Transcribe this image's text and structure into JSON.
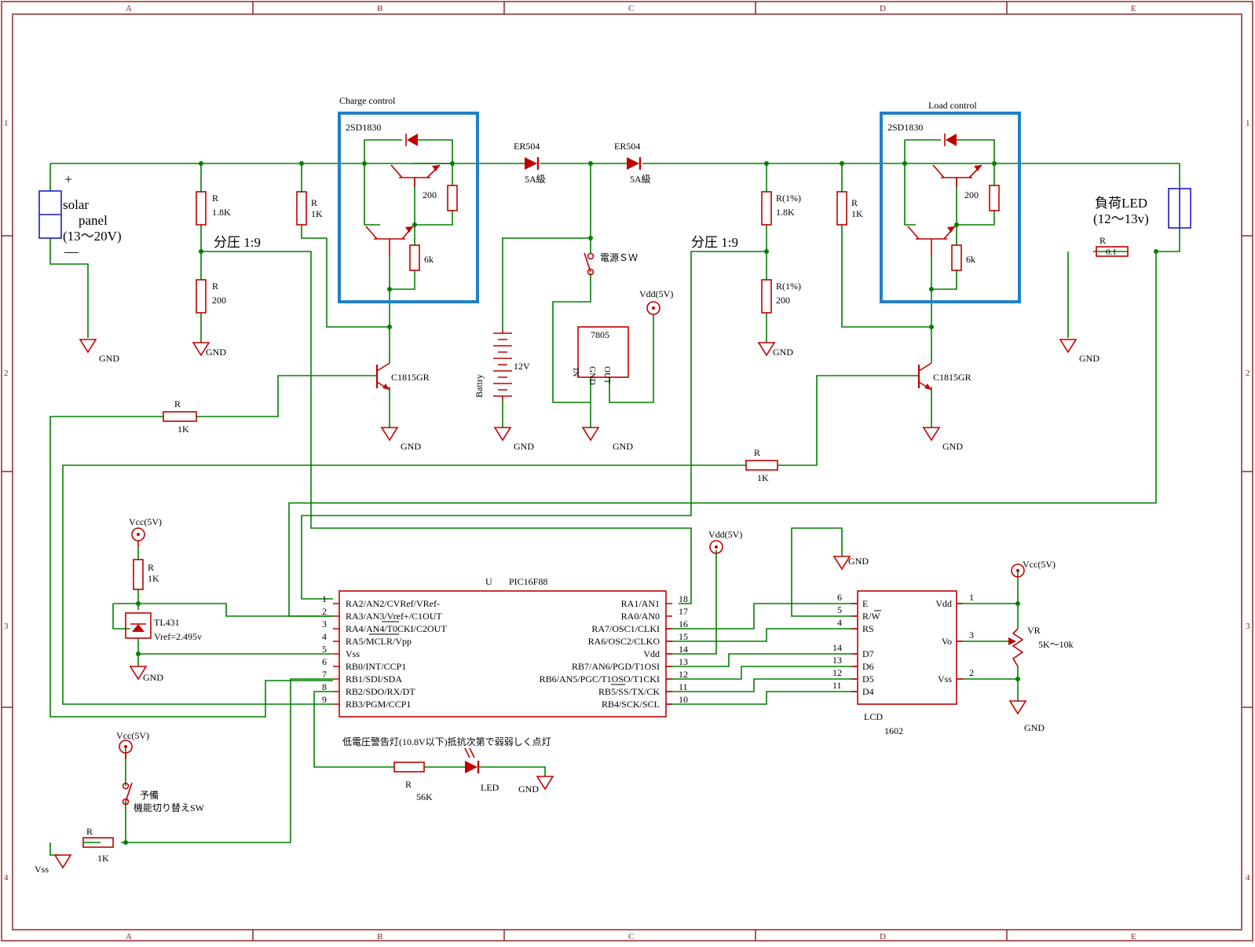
{
  "frame": {
    "cols": [
      "A",
      "B",
      "C",
      "D",
      "E"
    ],
    "rows": [
      "1",
      "2",
      "3",
      "4"
    ]
  },
  "blocks": {
    "charge": {
      "label": "Charge control",
      "transistor": "2SD1830"
    },
    "load": {
      "label": "Load control",
      "transistor": "2SD1830"
    }
  },
  "parts": {
    "solar_plus": "+",
    "solar_minus": "—",
    "solar_line1": "solar",
    "solar_line2": "panel",
    "solar_line3": "(13～20V)",
    "load_line1": "負荷LED",
    "load_line2": "(12～13v)",
    "r_ref": "R",
    "r_1_8k": "1.8K",
    "r_200": "200",
    "r_1k": "1K",
    "r_pct": "R(1%)",
    "r_56k": "56K",
    "r_0_1": "0.1",
    "bias_200": "200",
    "bias_6k": "6k",
    "divider": "分圧 1:9",
    "diode": "ER504",
    "diode_rating": "5A級",
    "power_sw": "電源ＳＷ",
    "battery": "Battry",
    "battery_v": "12V",
    "reg": "7805",
    "reg_in": "IN",
    "reg_gnd": "GND",
    "reg_out": "OUT",
    "vdd5": "Vdd(5V)",
    "vcc5": "Vcc(5V)",
    "gnd": "GND",
    "vss": "Vss",
    "c1815": "C1815GR",
    "tl431": "TL431",
    "vref": "Vref=2.495v",
    "ic_ref": "U",
    "ic_name": "PIC16F88",
    "led_warn": "低電圧警告灯(10.8V以下)抵抗次第で弱弱しく点灯",
    "led": "LED",
    "spare1": "予備",
    "spare2": "機能切り替えSW",
    "lcd": "LCD",
    "lcd_model": "1602",
    "vr": "VR",
    "vr_val": "5K～10k"
  },
  "pic_left_pins": [
    {
      "num": "1",
      "name": "RA2/AN2/CVRef/VRef-"
    },
    {
      "num": "2",
      "name": "RA3/AN3/Vref+/C1OUT"
    },
    {
      "num": "3",
      "name": "RA4/AN4/T0CKI/C2OUT"
    },
    {
      "num": "4",
      "name": "RA5/MCLR/Vpp"
    },
    {
      "num": "5",
      "name": "Vss"
    },
    {
      "num": "6",
      "name": "RB0/INT/CCP1"
    },
    {
      "num": "7",
      "name": "RB1/SDI/SDA"
    },
    {
      "num": "8",
      "name": "RB2/SDO/RX/DT"
    },
    {
      "num": "9",
      "name": "RB3/PGM/CCP1"
    }
  ],
  "pic_right_pins": [
    {
      "num": "18",
      "name": "RA1/AN1"
    },
    {
      "num": "17",
      "name": "RA0/AN0"
    },
    {
      "num": "16",
      "name": "RA7/OSC1/CLKI"
    },
    {
      "num": "15",
      "name": "RA6/OSC2/CLKO"
    },
    {
      "num": "14",
      "name": "Vdd"
    },
    {
      "num": "13",
      "name": "RB7/AN6/PGD/T1OSI"
    },
    {
      "num": "12",
      "name": "RB6/AN5/PGC/T1OSO/T1CKI"
    },
    {
      "num": "11",
      "name": "RB5/SS/TX/CK"
    },
    {
      "num": "10",
      "name": "RB4/SCK/SCL"
    }
  ],
  "lcd_left_pins": [
    {
      "num": "6",
      "name": "E"
    },
    {
      "num": "5",
      "name": "R/W"
    },
    {
      "num": "4",
      "name": "RS"
    },
    {
      "num": "14",
      "name": "D7"
    },
    {
      "num": "13",
      "name": "D6"
    },
    {
      "num": "12",
      "name": "D5"
    },
    {
      "num": "11",
      "name": "D4"
    }
  ],
  "lcd_right_pins": [
    {
      "num": "1",
      "name": "Vdd"
    },
    {
      "num": "3",
      "name": "Vo"
    },
    {
      "num": "2",
      "name": "Vss"
    }
  ]
}
